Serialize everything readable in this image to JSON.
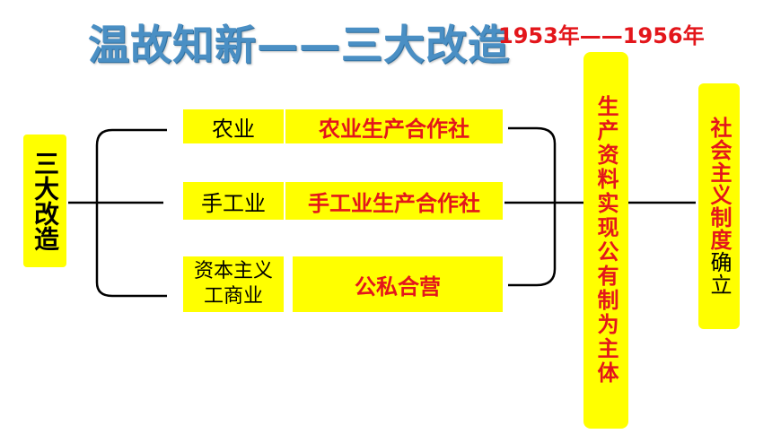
{
  "title": "温故知新——三大改造",
  "period": "1953年——1956年",
  "left_box": "三大改造",
  "rows": [
    {
      "sector": "农业",
      "result": "农业生产合作社"
    },
    {
      "sector": "手工业",
      "result": "手工业生产合作社"
    },
    {
      "sector_line1": "资本主义",
      "sector_line2": "工商业",
      "result": "公私合营"
    }
  ],
  "middle_box": "生产资料实现公有制为主体",
  "right_box": {
    "part1": "社会主义制度",
    "part2": "确立"
  },
  "colors": {
    "title": "#4a8fc4",
    "accent_red": "#e3161b",
    "box_yellow": "#ffff00",
    "line": "#000000"
  }
}
